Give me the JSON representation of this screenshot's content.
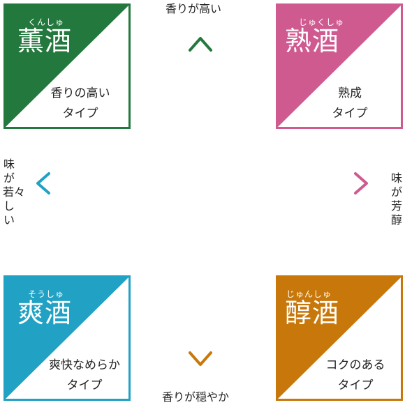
{
  "axes": {
    "top": "香りが高い",
    "bottom": "香りが穏やか",
    "left": "味が若々しい",
    "right": "味が芳醇"
  },
  "cards": {
    "kunshu": {
      "ruby": "くんしゅ",
      "name": "薫酒",
      "desc1": "香りの高い",
      "desc2": "タイプ",
      "color": "#23783e"
    },
    "jukushu": {
      "ruby": "じゅくしゅ",
      "name": "熟酒",
      "desc1": "熟成",
      "desc2": "タイプ",
      "color": "#cf5a8f"
    },
    "soushu": {
      "ruby": "そうしゅ",
      "name": "爽酒",
      "desc1": "爽快なめらか",
      "desc2": "タイプ",
      "color": "#21a1c4"
    },
    "junshu": {
      "ruby": "じゅんしゅ",
      "name": "醇酒",
      "desc1": "コクのある",
      "desc2": "タイプ",
      "color": "#c8780a"
    }
  },
  "colors": {
    "arrow_top": "#23783e",
    "arrow_bottom": "#c8780a",
    "arrow_left": "#21a1c4",
    "arrow_right": "#cf5a8f"
  }
}
